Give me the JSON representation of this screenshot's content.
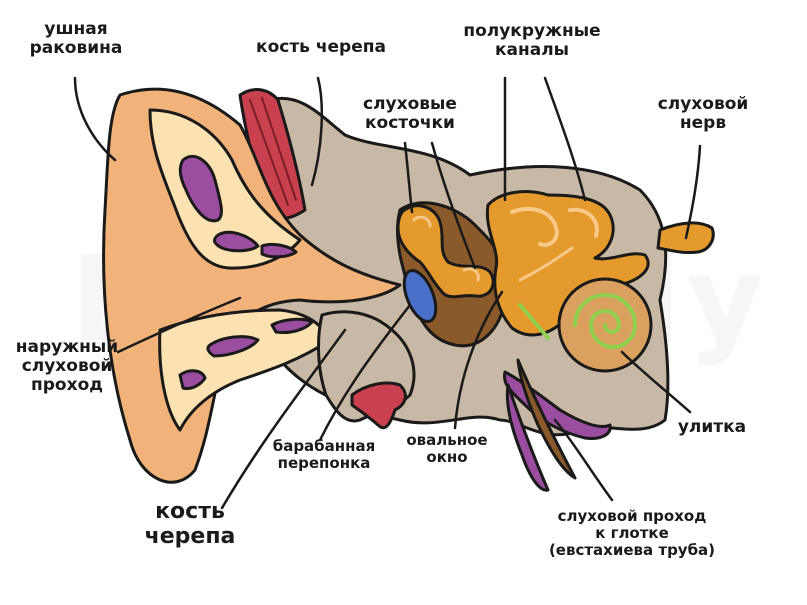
{
  "watermark": "BioFamily",
  "labels": {
    "pinna": [
      "ушная",
      "раковина"
    ],
    "skull_bone_top": [
      "кость черепа"
    ],
    "ossicles": [
      "слуховые",
      "косточки"
    ],
    "semicircular_canals": [
      "полукружные",
      "каналы"
    ],
    "auditory_nerve": [
      "слуховой",
      "нерв"
    ],
    "ear_canal": [
      "наружный",
      "слуховой",
      "проход"
    ],
    "eardrum": [
      "барабанная",
      "перепонка"
    ],
    "oval_window": [
      "овальное",
      "окно"
    ],
    "cochlea": [
      "улитка"
    ],
    "skull_bone_bottom": [
      "кость",
      "черепа"
    ],
    "eustachian_tube": [
      "слуховой проход",
      "к глотке",
      "(евстахиева труба)"
    ]
  },
  "colors": {
    "outline": "#1a1a1a",
    "skin": "#f2b37a",
    "cartilage": "#fce2b0",
    "bone": "#c7b9a5",
    "purple": "#9b4e9f",
    "muscle": "#c9404e",
    "ossicle": "#e49a2d",
    "cavity": "#8b5a2b",
    "eardrum": "#4a6fc9",
    "green": "#8fd14f",
    "cochlea": "#d9a060"
  }
}
